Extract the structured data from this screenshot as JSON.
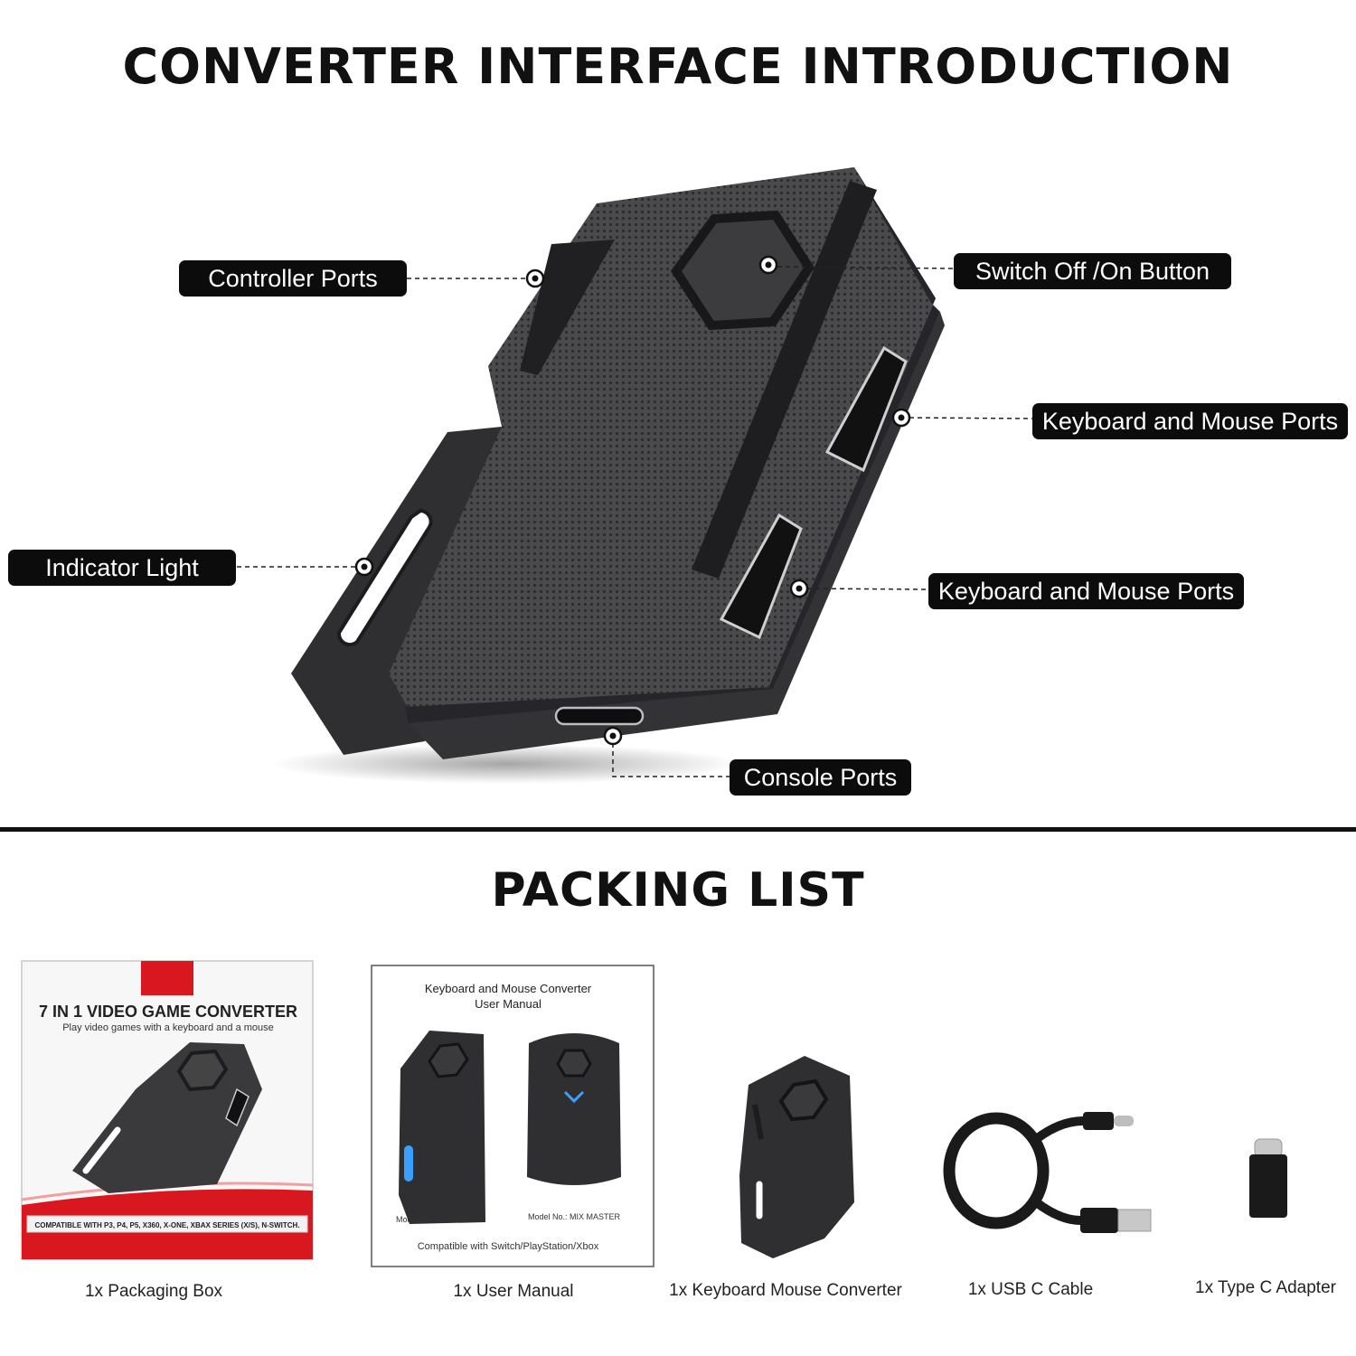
{
  "interface": {
    "title": "CONVERTER INTERFACE INTRODUCTION",
    "callouts": {
      "controller_ports": "Controller Ports",
      "switch_button": "Switch Off /On Button",
      "kbm_ports_1": "Keyboard and Mouse Ports",
      "indicator_light": "Indicator Light",
      "kbm_ports_2": "Keyboard and Mouse Ports",
      "console_ports": "Console Ports"
    }
  },
  "packing": {
    "title": "PACKING LIST",
    "box": {
      "title": "7 IN 1 VIDEO GAME CONVERTER",
      "subtitle": "Play video games with a keyboard and a mouse",
      "compat": "COMPATIBLE WITH P3, P4, P5, X360, X-ONE, XBAX SERIES (X/S), N-SWITCH."
    },
    "manual": {
      "title_line1": "Keyboard and Mouse Converter",
      "title_line2": "User Manual",
      "model_left": "Model No.: BLADER",
      "model_right": "Model No.: MIX MASTER",
      "compat": "Compatible with Switch/PlayStation/Xbox"
    },
    "captions": {
      "box": "1x Packaging Box",
      "manual": "1x User Manual",
      "converter": "1x Keyboard Mouse Converter",
      "cable": "1x USB C Cable",
      "adapter": "1x Type C Adapter"
    }
  },
  "colors": {
    "device": "#3a3a3c",
    "device_dark": "#222224",
    "accent_red": "#d8181e",
    "led_blue": "#3aa0ff"
  }
}
